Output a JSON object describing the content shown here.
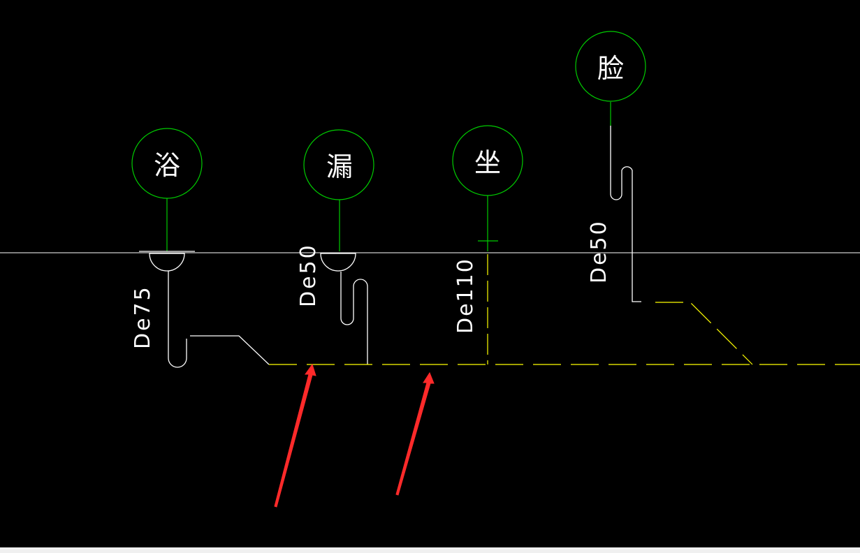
{
  "fixtures": [
    {
      "id": "bath",
      "symbol": "浴"
    },
    {
      "id": "floor-drain",
      "symbol": "漏"
    },
    {
      "id": "toilet",
      "symbol": "坐"
    },
    {
      "id": "washbasin",
      "symbol": "脸"
    }
  ],
  "pipe_labels": {
    "bath": "De75",
    "floor_drain": "De50",
    "toilet": "De110",
    "washbasin": "De50"
  },
  "colors": {
    "background": "#000000",
    "fixture_circle": "#00cc00",
    "pipe_white": "#ffffff",
    "main_pipe": "#ffff00",
    "arrow": "#ff2a2a",
    "status_bar": "#f0f0f0"
  }
}
